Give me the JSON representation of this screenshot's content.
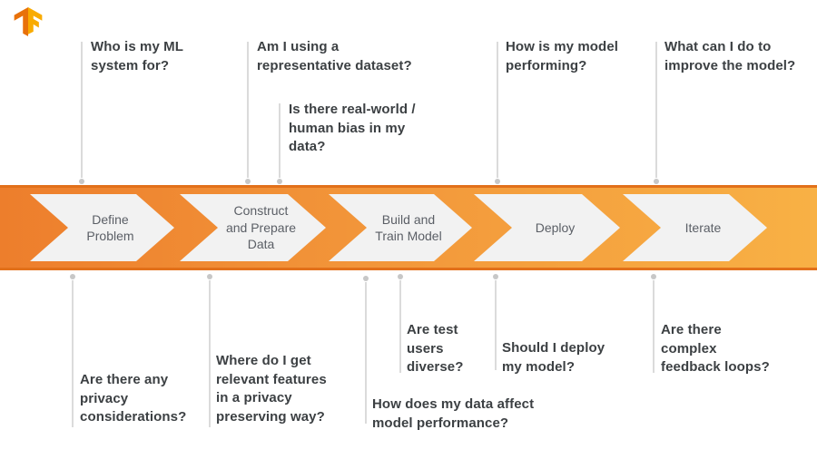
{
  "logo": {
    "label": "TensorFlow logo"
  },
  "colors": {
    "band_gradient_left": "#ED7E2C",
    "band_gradient_right": "#F8B145",
    "band_border": "#E2701A",
    "chevron_fill": "#F2F2F2",
    "stage_text": "#5B5F66",
    "question_text": "#3C4043",
    "connector_line": "#DBDBDB",
    "connector_dot": "#C7C7C7",
    "logo_dark_orange": "#E8710A",
    "logo_light_orange": "#F9AB00"
  },
  "stages": [
    {
      "label": "Define\nProblem"
    },
    {
      "label": "Construct\nand Prepare\nData"
    },
    {
      "label": "Build and\nTrain Model"
    },
    {
      "label": "Deploy"
    },
    {
      "label": "Iterate"
    }
  ],
  "questions": {
    "top": [
      {
        "text": "Who is my ML\nsystem for?"
      },
      {
        "text": "Am I using a\nrepresentative dataset?"
      },
      {
        "text": "Is there real-world /\nhuman bias in my\ndata?"
      },
      {
        "text": "How is my model\nperforming?"
      },
      {
        "text": "What can I do to\nimprove the model?"
      }
    ],
    "bottom": [
      {
        "text": "Are there any\nprivacy\nconsiderations?"
      },
      {
        "text": "Where do I get\nrelevant features\nin a privacy\npreserving way?"
      },
      {
        "text": "Are test\nusers\ndiverse?"
      },
      {
        "text": "How does my data affect\nmodel performance?"
      },
      {
        "text": "Should I deploy\nmy model?"
      },
      {
        "text": "Are there\ncomplex\nfeedback loops?"
      }
    ]
  }
}
